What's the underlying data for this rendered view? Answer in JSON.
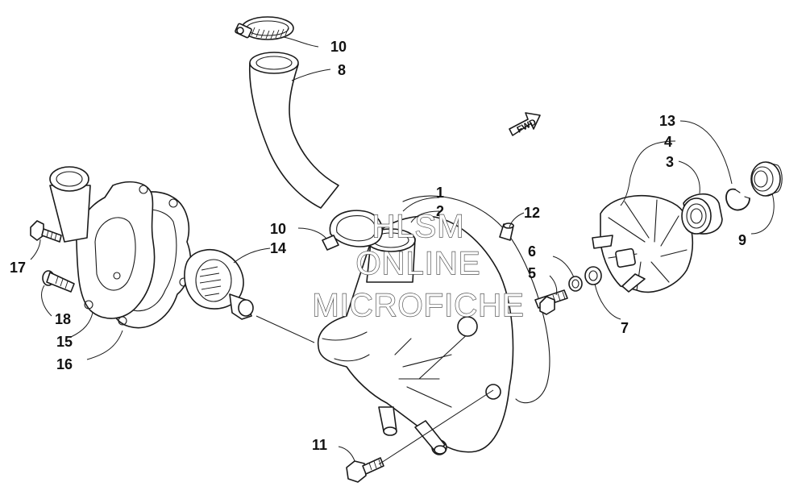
{
  "callouts": {
    "c1": "1",
    "c2": "2",
    "c3": "3",
    "c4": "4",
    "c5": "5",
    "c6": "6",
    "c7": "7",
    "c8": "8",
    "c9": "9",
    "c10a": "10",
    "c10b": "10",
    "c11": "11",
    "c12": "12",
    "c13": "13",
    "c14": "14",
    "c15": "15",
    "c16": "16",
    "c17": "17",
    "c18": "18"
  },
  "fwd_label": "FWD",
  "watermark": {
    "line1": "HLSM",
    "line2": "ONLINE",
    "line3": "MICROFICHE"
  },
  "colors": {
    "ink": "#1a1a1a",
    "background": "#ffffff",
    "watermark_outline": "#555555"
  }
}
